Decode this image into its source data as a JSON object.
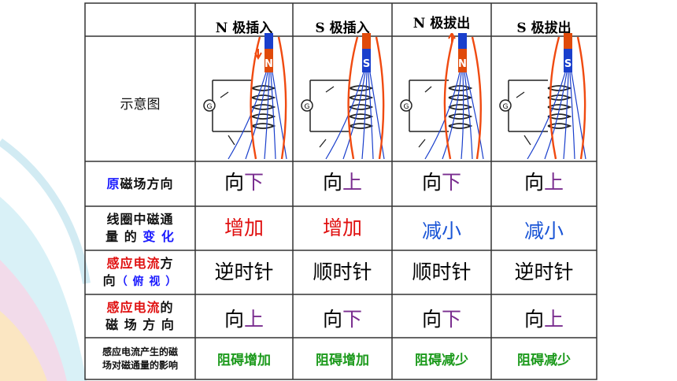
{
  "headers": {
    "col1": "N 极插入",
    "col2": "S 极插入",
    "col3": "N 极拔出",
    "col4": "S 极拔出"
  },
  "rows": {
    "diagram_label": "示意图",
    "row1": {
      "label_a": "原",
      "label_b": "磁场方向",
      "cells": [
        {
          "a": "向",
          "b": "下"
        },
        {
          "a": "向",
          "b": "上"
        },
        {
          "a": "向",
          "b": "下"
        },
        {
          "a": "向",
          "b": "上"
        }
      ]
    },
    "row2": {
      "label_line1": "线圈中磁通",
      "label_line2a": "量 的 ",
      "label_line2b": "变 化",
      "cells": [
        "增加",
        "增加",
        "减小",
        "减小"
      ]
    },
    "row3": {
      "label_line1a": "感应电流",
      "label_line1b": "方",
      "label_line2a": "向",
      "label_line2b": "（ 俯 视 ）",
      "cells": [
        "逆时针",
        "顺时针",
        "顺时针",
        "逆时针"
      ]
    },
    "row4": {
      "label_line1a": "感应电流",
      "label_line1b": "的",
      "label_line2": "磁 场 方 向",
      "cells": [
        {
          "a": "向",
          "b": "上"
        },
        {
          "a": "向",
          "b": "下"
        },
        {
          "a": "向",
          "b": "下"
        },
        {
          "a": "向",
          "b": "上"
        }
      ]
    },
    "row5": {
      "label_line1": "感应电流产生的磁",
      "label_line2": "场对磁通量的影响",
      "cells": [
        "阻碍增加",
        "阻碍增加",
        "阻碍减少",
        "阻碍减少"
      ]
    }
  },
  "magnets": [
    "N",
    "S",
    "N",
    "S"
  ],
  "galvanometer_label": "G",
  "colors": {
    "north": "#e04a0a",
    "south": "#1a3fcc",
    "field_lines": "#1a3fcc",
    "induced": "#f04a10"
  }
}
